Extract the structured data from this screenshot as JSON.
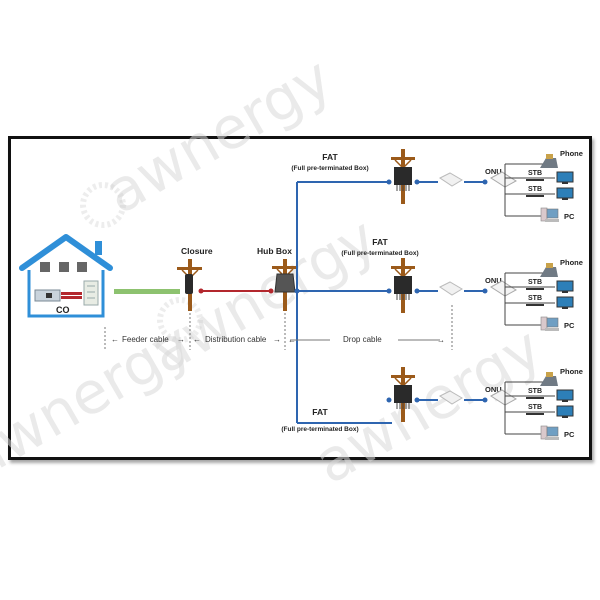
{
  "watermark": {
    "brand": "awnergy"
  },
  "central_office": {
    "label": "CO"
  },
  "closure": {
    "label": "Closure"
  },
  "hub_box": {
    "label": "Hub Box"
  },
  "segments": {
    "feeder": "Feeder cable",
    "distribution": "Distribution cable",
    "drop": "Drop cable"
  },
  "branches": [
    {
      "fat_title": "FAT",
      "fat_subtitle": "(Full pre-terminated Box)",
      "onu": "ONU",
      "devices": [
        "Phone",
        "STB",
        "STB",
        "PC"
      ]
    },
    {
      "fat_title": "FAT",
      "fat_subtitle": "(Full pre-terminated  Box)",
      "onu": "ONU",
      "devices": [
        "Phone",
        "STB",
        "STB",
        "PC"
      ]
    },
    {
      "fat_title": "FAT",
      "fat_subtitle": "(Full pre-terminated  Box)",
      "onu": "ONU",
      "devices": [
        "Phone",
        "STB",
        "STB",
        "PC"
      ]
    }
  ],
  "colors": {
    "house": "#2f8fd8",
    "feeder_cable": "#8dc26f",
    "distribution_cable": "#b3272d",
    "drop_cable": "#2e65b0",
    "pole": "#9b5a1a",
    "frame": "#111111"
  }
}
